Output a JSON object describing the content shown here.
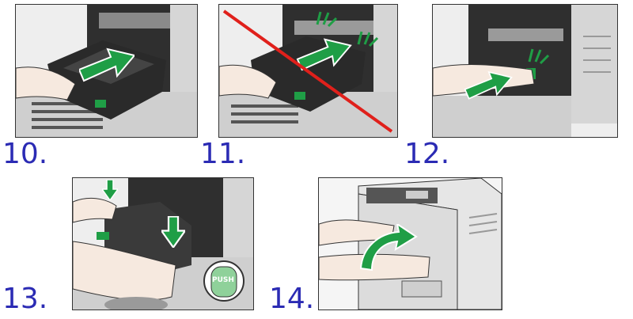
{
  "steps": [
    {
      "label": "10."
    },
    {
      "label": "11."
    },
    {
      "label": "12."
    },
    {
      "label": "13."
    },
    {
      "label": "14."
    }
  ],
  "push_label": "PUSH",
  "colors": {
    "step_number": "#2b2bb4",
    "arrow_green": "#1f9e46",
    "prohibit_red": "#e0201b",
    "printer_body": "#dcdcdc",
    "dark_parts": "#3a3a3a"
  },
  "icons": {
    "insert_arrow": "arrow-right-icon",
    "click_marks": "click-burst-icon",
    "press_arrow": "arrow-down-icon",
    "close_arrow": "curved-arrow-icon",
    "prohibit_line": "prohibited-line-icon"
  }
}
